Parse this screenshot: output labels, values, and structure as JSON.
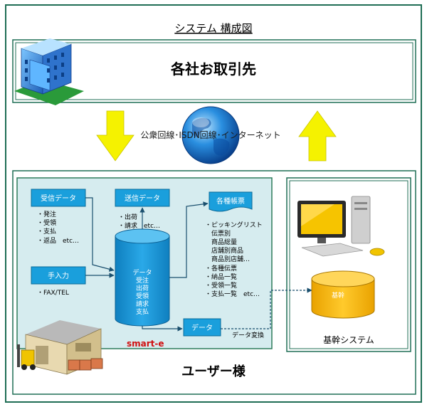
{
  "title": "システム 構成図",
  "partners": {
    "label": "各社お取引先"
  },
  "network": {
    "label": "公衆回線･ISDN回線･インターネット"
  },
  "user_side": {
    "label": "ユーザー様",
    "brand": "smart-e",
    "receive": {
      "label": "受信データ",
      "items": [
        "・発注",
        "・受領",
        "・支払",
        "・返品　etc…"
      ]
    },
    "manual": {
      "label": "手入力",
      "items": [
        "・FAX/TEL"
      ]
    },
    "send": {
      "label": "送信データ",
      "items": [
        "・出荷",
        "・請求　etc…"
      ]
    },
    "database": {
      "lines": [
        "データ",
        "受注",
        "出荷",
        "受領",
        "請求",
        "支払"
      ]
    },
    "reports": {
      "label": "各種帳票",
      "items": [
        "・ピッキングリスト",
        "　伝票別",
        "　商品総量",
        "　店舗別商品",
        "　商品別店舗…",
        "・各種伝票",
        "・納品一覧",
        "・受領一覧",
        "・支払一覧　etc…"
      ]
    },
    "data_out": {
      "label": "データ"
    },
    "conversion": {
      "label": "データ変換"
    }
  },
  "core": {
    "label": "基幹システム",
    "db_label": "基幹"
  },
  "colors": {
    "blue_box": "#1a9fdc",
    "panel_bg": "#d6ecef",
    "panel_border": "#2e7d5b",
    "arrow_yellow": "#f5f200",
    "db_blue": "#1696d6",
    "db_gold": "#f4b400",
    "brand_red": "#d01010"
  },
  "icons": [
    "office-building-icon",
    "globe-icon",
    "computer-icon",
    "warehouse-icon",
    "forklift-icon"
  ]
}
